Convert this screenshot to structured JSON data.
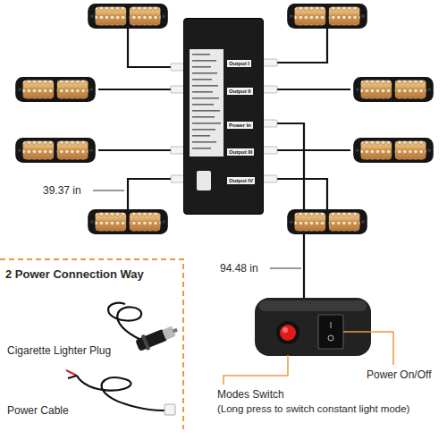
{
  "diagram": {
    "nodes": [
      {
        "text": [
          "Output I",
          "Output II",
          "Power In",
          "Output III",
          "Output IV"
        ]
      }
    ],
    "labels": [
      "39.37 in",
      "94.48 in",
      "2 Power Connection Way",
      "Cigarette Lighter Plug",
      "Power Cable",
      "Modes Switch",
      "(Long press to switch constant light mode)",
      "Power On/Off"
    ]
  }
}
